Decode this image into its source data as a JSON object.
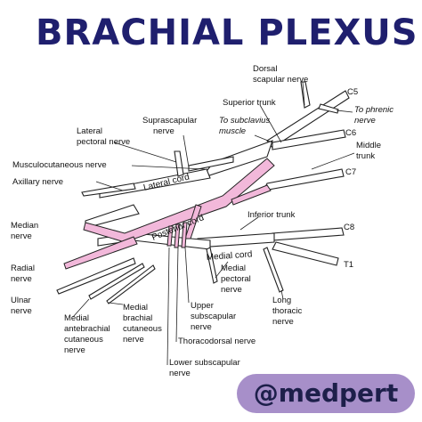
{
  "title": "BRACHIAL PLEXUS",
  "watermark": "@medpert",
  "colors": {
    "title": "#1f1f6e",
    "posterior_cord": "#f2b8da",
    "badge": "#a78fc9"
  },
  "roots": [
    "C5",
    "C6",
    "C7",
    "C8",
    "T1"
  ],
  "labels": {
    "dorsal_scapular": [
      "Dorsal",
      "scapular nerve"
    ],
    "superior_trunk": "Superior trunk",
    "to_subclavius": [
      "To subclavius",
      "muscle"
    ],
    "to_phrenic": [
      "To phrenic",
      "nerve"
    ],
    "suprascapular": [
      "Suprascapular",
      "nerve"
    ],
    "lateral_pectoral": [
      "Lateral",
      "pectoral nerve"
    ],
    "musculocutaneous": "Musculocutaneous nerve",
    "axillary": "Axillary nerve",
    "middle_trunk": [
      "Middle",
      "trunk"
    ],
    "lateral_cord": "Lateral cord",
    "posterior_cord": "Posterior cord",
    "medial_cord": "Medial cord",
    "inferior_trunk": "Inferior trunk",
    "median": [
      "Median",
      "nerve"
    ],
    "radial": [
      "Radial",
      "nerve"
    ],
    "ulnar": [
      "Ulnar",
      "nerve"
    ],
    "medial_antebrachial": [
      "Medial",
      "antebrachial",
      "cutaneous",
      "nerve"
    ],
    "medial_brachial": [
      "Medial",
      "brachial",
      "cutaneous",
      "nerve"
    ],
    "medial_pectoral": [
      "Medial",
      "pectoral",
      "nerve"
    ],
    "upper_subscapular": [
      "Upper",
      "subscapular",
      "nerve"
    ],
    "thoracodorsal": "Thoracodorsal nerve",
    "lower_subscapular": [
      "Lower subscapular",
      "nerve"
    ],
    "long_thoracic": [
      "Long",
      "thoracic",
      "nerve"
    ]
  }
}
